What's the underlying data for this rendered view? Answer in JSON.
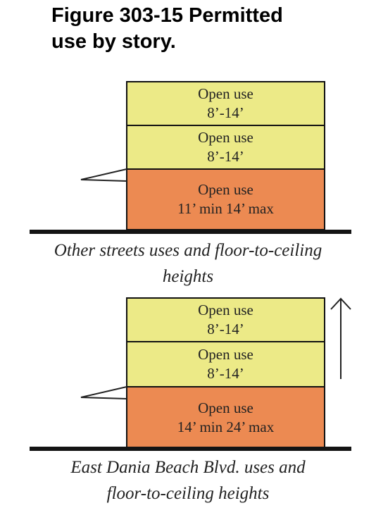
{
  "title": {
    "line1": "Figure 303-15 Permitted",
    "line2": "use by story."
  },
  "diagrams": [
    {
      "stories": [
        {
          "use": "Open use",
          "height": "8’-14’"
        },
        {
          "use": "Open use",
          "height": "8’-14’"
        },
        {
          "use": "Open use",
          "height": "11’ min 14’ max"
        }
      ],
      "caption_line1": "Other streets uses and floor-to-ceiling",
      "caption_line2": "heights"
    },
    {
      "stories": [
        {
          "use": "Open use",
          "height": "8’-14’"
        },
        {
          "use": "Open use",
          "height": "8’-14’"
        },
        {
          "use": "Open use",
          "height": "14’ min 24’ max"
        }
      ],
      "caption_line1": "East Dania Beach Blvd. uses and",
      "caption_line2": "floor-to-ceiling heights"
    }
  ],
  "colors": {
    "upper_story": "#ecea87",
    "ground_story": "#ec8a52",
    "outline": "#111111"
  }
}
